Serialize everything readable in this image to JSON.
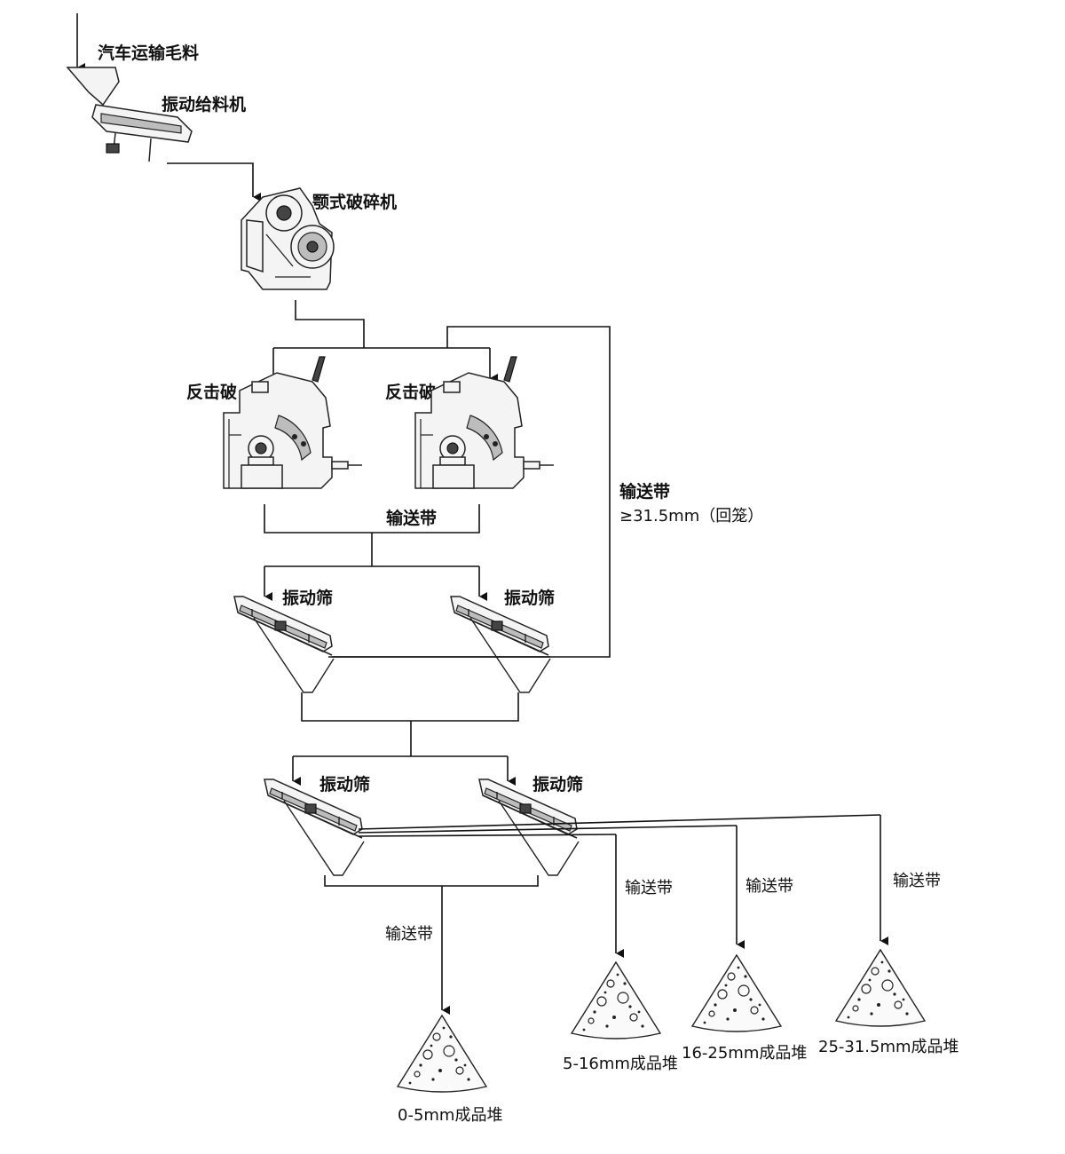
{
  "labels": {
    "truck": "汽车运输毛料",
    "feeder": "振动给料机",
    "jaw_crusher": "颚式破碎机",
    "impact_crusher_1": "反击破",
    "impact_crusher_2": "反击破",
    "conveyor_mid": "输送带",
    "conveyor_return": "输送带",
    "return_spec": "≥31.5mm（回笼）",
    "screen_1": "振动筛",
    "screen_2": "振动筛",
    "screen_3": "振动筛",
    "screen_4": "振动筛",
    "conveyor_a": "输送带",
    "conveyor_b": "输送带",
    "conveyor_c": "输送带",
    "conveyor_d": "输送带"
  },
  "products": [
    {
      "label": "0-5mm成品堆"
    },
    {
      "label": "5-16mm成品堆"
    },
    {
      "label": "16-25mm成品堆"
    },
    {
      "label": "25-31.5mm成品堆"
    }
  ]
}
